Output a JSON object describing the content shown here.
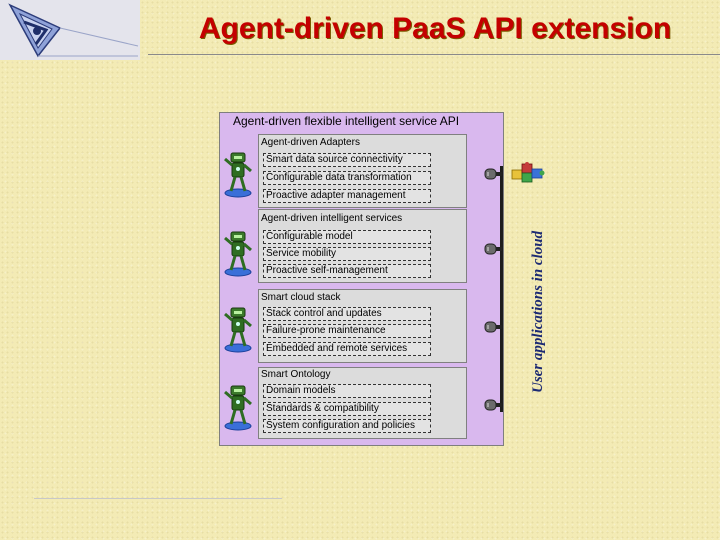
{
  "title": "Agent-driven PaaS API extension",
  "outer_label": "Agent-driven flexible intelligent service API",
  "side_label": "User applications in cloud",
  "groups": [
    {
      "title": "Agent-driven Adapters",
      "items": [
        "Smart data source connectivity",
        "Configurable data transformation",
        "Proactive adapter management"
      ]
    },
    {
      "title": "Agent-driven intelligent services",
      "items": [
        "Configurable model",
        "Service mobility",
        "Proactive self-management"
      ]
    },
    {
      "title": "Smart cloud stack",
      "items": [
        "Stack control and updates",
        "Failure-prone maintenance",
        "Embedded and remote services"
      ]
    },
    {
      "title": "Smart Ontology",
      "items": [
        "Domain models",
        "Standards & compatibility",
        "System configuration and policies"
      ]
    }
  ],
  "colors": {
    "title": "#c40000",
    "outer_bg": "#d9b8ee",
    "group_bg": "#dcdcdc",
    "side_label": "#1c2a73",
    "background": "#f3ebb5"
  },
  "icons": {
    "logo": "logo-icon",
    "agent": "agent-figure-icon",
    "plug": "plug-connector-icon",
    "apps": "puzzle-apps-icon"
  }
}
